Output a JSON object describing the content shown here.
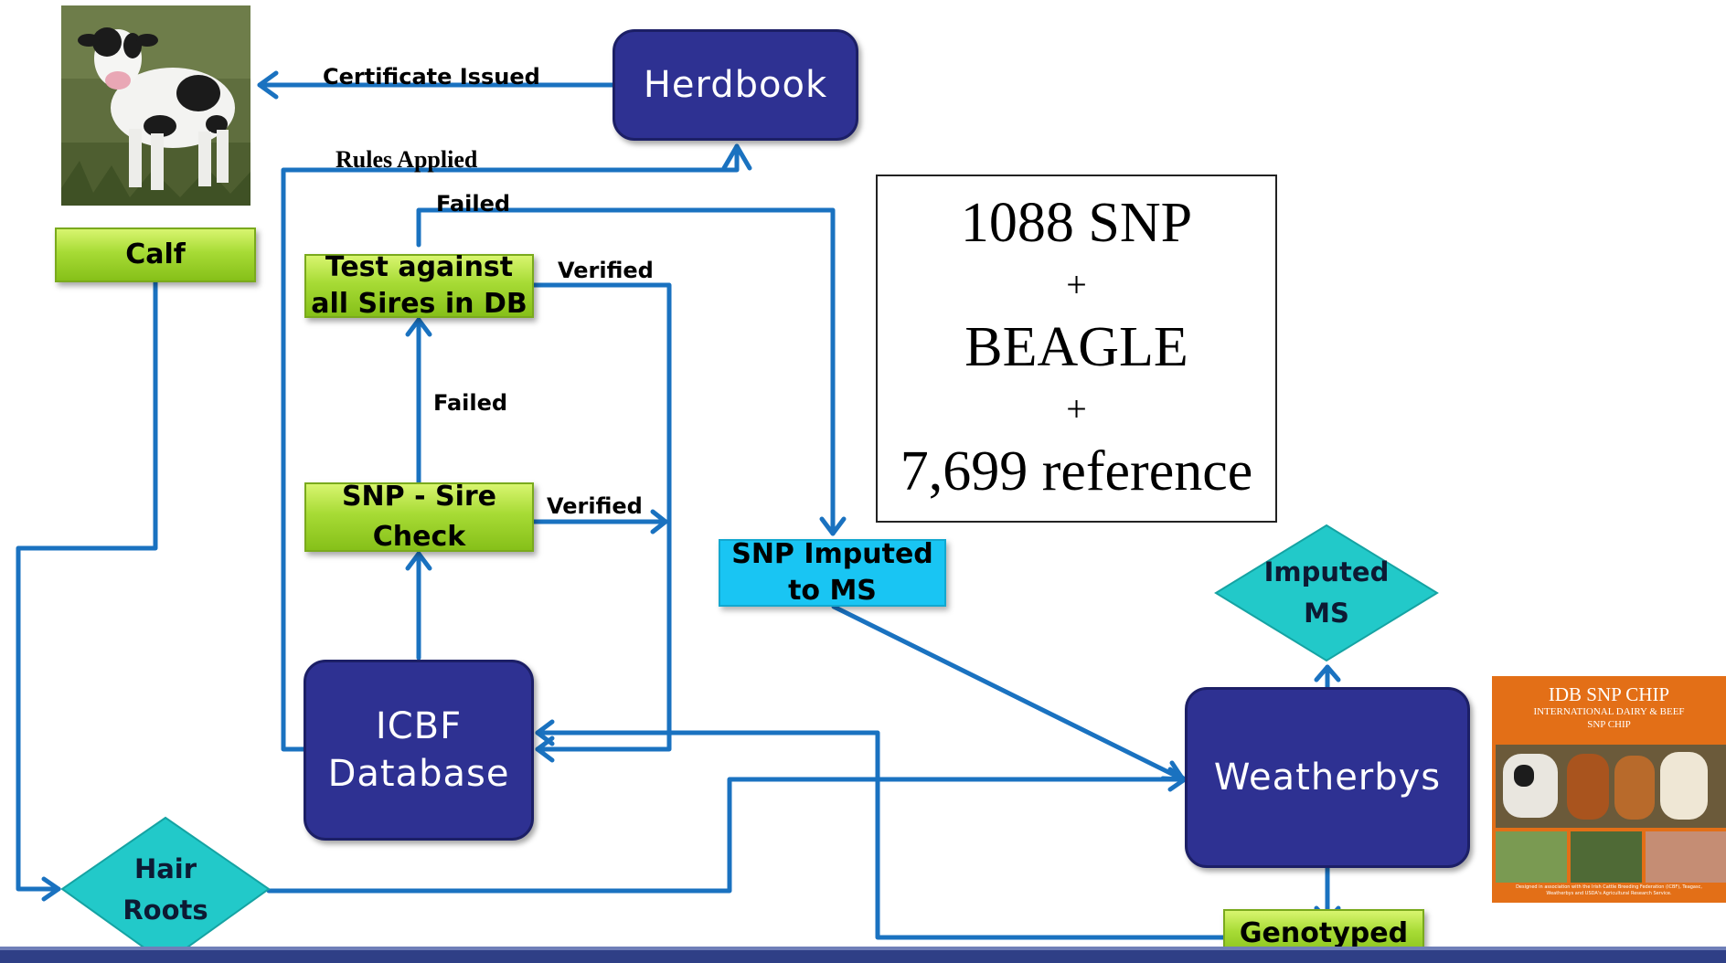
{
  "nodes": {
    "herdbook": "Herdbook",
    "icbf": [
      "ICBF",
      "Database"
    ],
    "weatherbys": "Weatherbys",
    "calf": "Calf",
    "test_sires": [
      "Test against",
      "all Sires in DB"
    ],
    "snp_check": [
      "SNP - Sire",
      "Check"
    ],
    "snp_imputed": [
      "SNP Imputed",
      "to MS"
    ],
    "genotyped": "Genotyped",
    "hair_roots": [
      "Hair",
      "Roots"
    ],
    "imputed_ms": [
      "Imputed",
      "MS"
    ]
  },
  "edge_labels": {
    "certificate_issued": "Certificate Issued",
    "rules_applied": "Rules Applied",
    "failed_top": "Failed",
    "verified_top": "Verified",
    "failed_mid": "Failed",
    "verified_mid": "Verified"
  },
  "snp_box": {
    "line1": "1088 SNP",
    "plus1": "+",
    "line2": "BEAGLE",
    "plus2": "+",
    "line3": "7,699 reference"
  },
  "chip_poster": {
    "title": "IDB SNP CHIP",
    "subtitle1": "INTERNATIONAL DAIRY & BEEF",
    "subtitle2": "SNP CHIP",
    "footnote": "Designed in association with the Irish Cattle Breeding Federation (ICBF), Teagasc, Weatherbys and USDA's Agricultural Research Service."
  },
  "colors": {
    "navy": "#2e3192",
    "green": "#a7db35",
    "cyan": "#19c5f3",
    "diamond": "#22c9c9",
    "arrow": "#1a72c0",
    "footer": "#2f3f86"
  }
}
